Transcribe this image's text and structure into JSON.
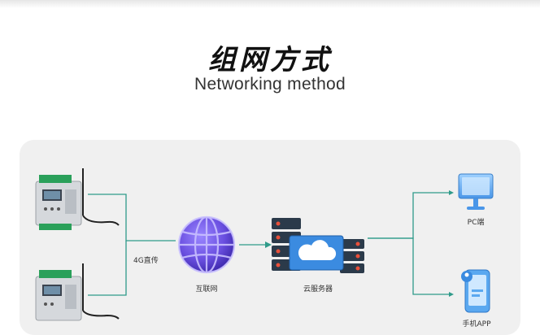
{
  "title_zh": "组网方式",
  "title_en": "Networking method",
  "nodes": {
    "device_top": "",
    "device_bottom": "",
    "link_label": "4G直传",
    "internet": "互联网",
    "cloud": "云服务器",
    "pc": "PC端",
    "mobile": "手机APP"
  },
  "colors": {
    "line": "#2f9b8a",
    "globe": "#6a4fe0",
    "server": "#e8503a",
    "cloud_screen": "#3b8be0",
    "pc": "#5aa8f0"
  }
}
